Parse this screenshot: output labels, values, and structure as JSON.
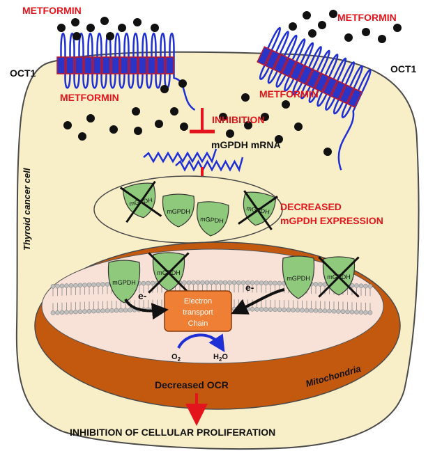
{
  "labels": {
    "metformin": "METFORMIN",
    "oct1": "OCT1",
    "inhibition": "INHIBITION",
    "mrna": "mGPDH mRNA",
    "decreased_expression_line1": "DECREASED",
    "decreased_expression_line2": "mGPDH EXPRESSION",
    "thyroid_cell": "Thyroid cancer cell",
    "mgpdh": "mGPDH",
    "electron": "e-",
    "etc_line1": "Electron",
    "etc_line2": "transport",
    "etc_line3": "Chain",
    "o2": "O",
    "o2_sub": "2",
    "h2o_h": "H",
    "h2o_sub": "2",
    "h2o_o": "O",
    "mitochondria": "Mitochondria",
    "decreased_ocr": "Decreased OCR",
    "conclusion": "INHIBITION OF CELLULAR PROLIFERATION"
  },
  "colors": {
    "cell_fill": "#f8efc8",
    "cell_stroke": "#4a4a4a",
    "mito_outer": "#c2590f",
    "mito_inner": "#f8e1d6",
    "enzyme_fill": "#8fc97c",
    "etc_fill": "#ef7f34",
    "red": "#e3141b",
    "transporter_blue": "#1f2fd6",
    "transporter_red": "#c0182a",
    "mrna_blue": "#1f2fd6"
  }
}
